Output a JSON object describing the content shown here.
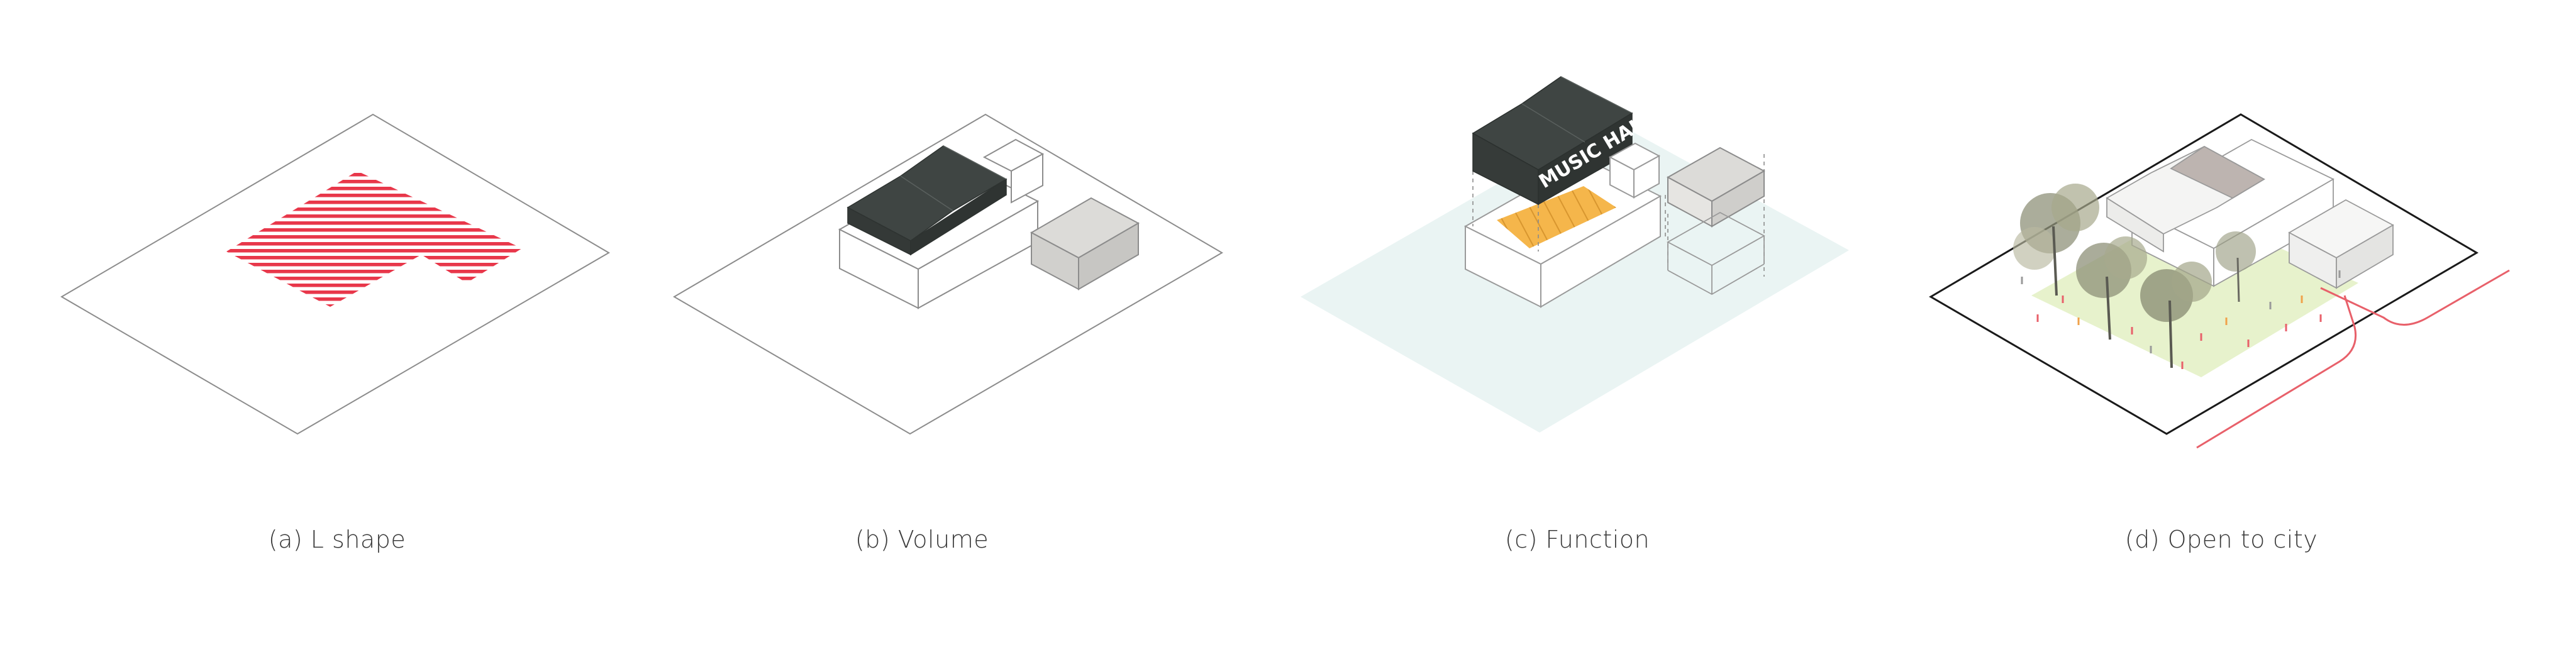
{
  "colors": {
    "line": "#8c8c8c",
    "dark_roof": "#3f4543",
    "red_hatch": "#e8374a",
    "orange_stage": "#f5b64b",
    "pale_blue_ground": "#eaf4f3",
    "green_lawn": "#e7f2cc",
    "red_path": "#e8606a",
    "grey_box": "#d8d7d5"
  },
  "panels": [
    {
      "id": "a",
      "caption": "(a) L shape"
    },
    {
      "id": "b",
      "caption": "(b) Volume"
    },
    {
      "id": "c",
      "caption": "(c) Function",
      "sign_text": "MUSIC HALL"
    },
    {
      "id": "d",
      "caption": "(d) Open to city"
    }
  ]
}
